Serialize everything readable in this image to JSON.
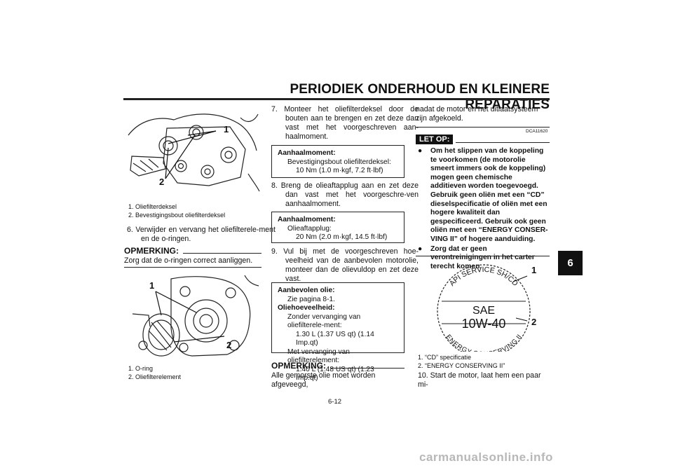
{
  "header": {
    "title": "PERIODIEK ONDERHOUD EN KLEINERE REPARATIES"
  },
  "section_tab": "6",
  "figure1": {
    "labels": [
      "1",
      "2"
    ],
    "captions": [
      "1. Oliefilterdeksel",
      "2. Bevestigingsbout oliefilterdeksel"
    ]
  },
  "step6": "6. Verwijder en vervang het oliefilterele-ment en de o-ringen.",
  "note1": {
    "heading": "OPMERKING:",
    "text": "Zorg dat de o-ringen correct aanliggen."
  },
  "figure2": {
    "labels": [
      "1",
      "2"
    ],
    "captions": [
      "1. O-ring",
      "2. Oliefilterelement"
    ]
  },
  "step7": "7. Monteer het oliefilterdeksel door de bouten aan te brengen en zet deze dan vast met het voorgeschreven aan-haalmoment.",
  "box1": {
    "title": "Aanhaalmoment:",
    "item": "Bevestigingsbout oliefilterdeksel:",
    "value": "10 Nm (1.0 m·kgf, 7.2 ft·lbf)"
  },
  "step8": "8. Breng de olieaftapplug aan en zet deze dan vast met het voorgeschre-ven aanhaalmoment.",
  "box2": {
    "title": "Aanhaalmoment:",
    "item": "Olieaftapplug:",
    "value": "20 Nm (2.0 m·kgf, 14.5 ft·lbf)"
  },
  "step9": "9. Vul bij met de voorgeschreven hoe-veelheid van de aanbevolen motorolie, monteer dan de olievuldop en zet deze vast.",
  "box3": {
    "title1": "Aanbevolen olie:",
    "line1": "Zie pagina 8-1.",
    "title2": "Oliehoeveelheid:",
    "line2": "Zonder vervanging van oliefilterele-ment:",
    "value2": "1.30 L (1.37 US qt) (1.14 Imp.qt)",
    "line3": "Met vervanging van oliefilterelement:",
    "value3": "1.40 L (1.48 US qt) (1.23 Imp.qt)"
  },
  "note2": {
    "heading": "OPMERKING:",
    "text": "Alle gemorste olie moet worden afgeveegd,"
  },
  "col3_intro": "nadat de motor en het uitlaatsysteem zijn afgekoeld.",
  "caution": {
    "code": "DCA11620",
    "label": "LET OP:",
    "items": [
      "Om het slippen van de koppeling te voorkomen (de motorolie smeert immers ook de koppeling) mogen geen chemische additieven worden toegevoegd. Gebruik geen oliën met een “CD” dieselspecificatie of oliën met een hogere kwaliteit dan gespecificeerd. Gebruik ook geen oliën met een “ENERGY CONSER-VING II” of hogere aanduiding.",
      "Zorg dat er geen verontreinigingen in het carter terecht komen."
    ]
  },
  "figure3": {
    "top_arc": "API SERVICE SH/CD",
    "center1": "SAE",
    "center2": "10W-40",
    "bottom_arc": "ENERGY CONSERVING II",
    "labels": [
      "1",
      "2"
    ],
    "captions": [
      "1. “CD” specificatie",
      "2. “ENERGY CONSERVING II”"
    ]
  },
  "step10": "10. Start de motor, laat hem een paar mi-",
  "page_number": "6-12",
  "watermark": "carmanualsonline.info"
}
